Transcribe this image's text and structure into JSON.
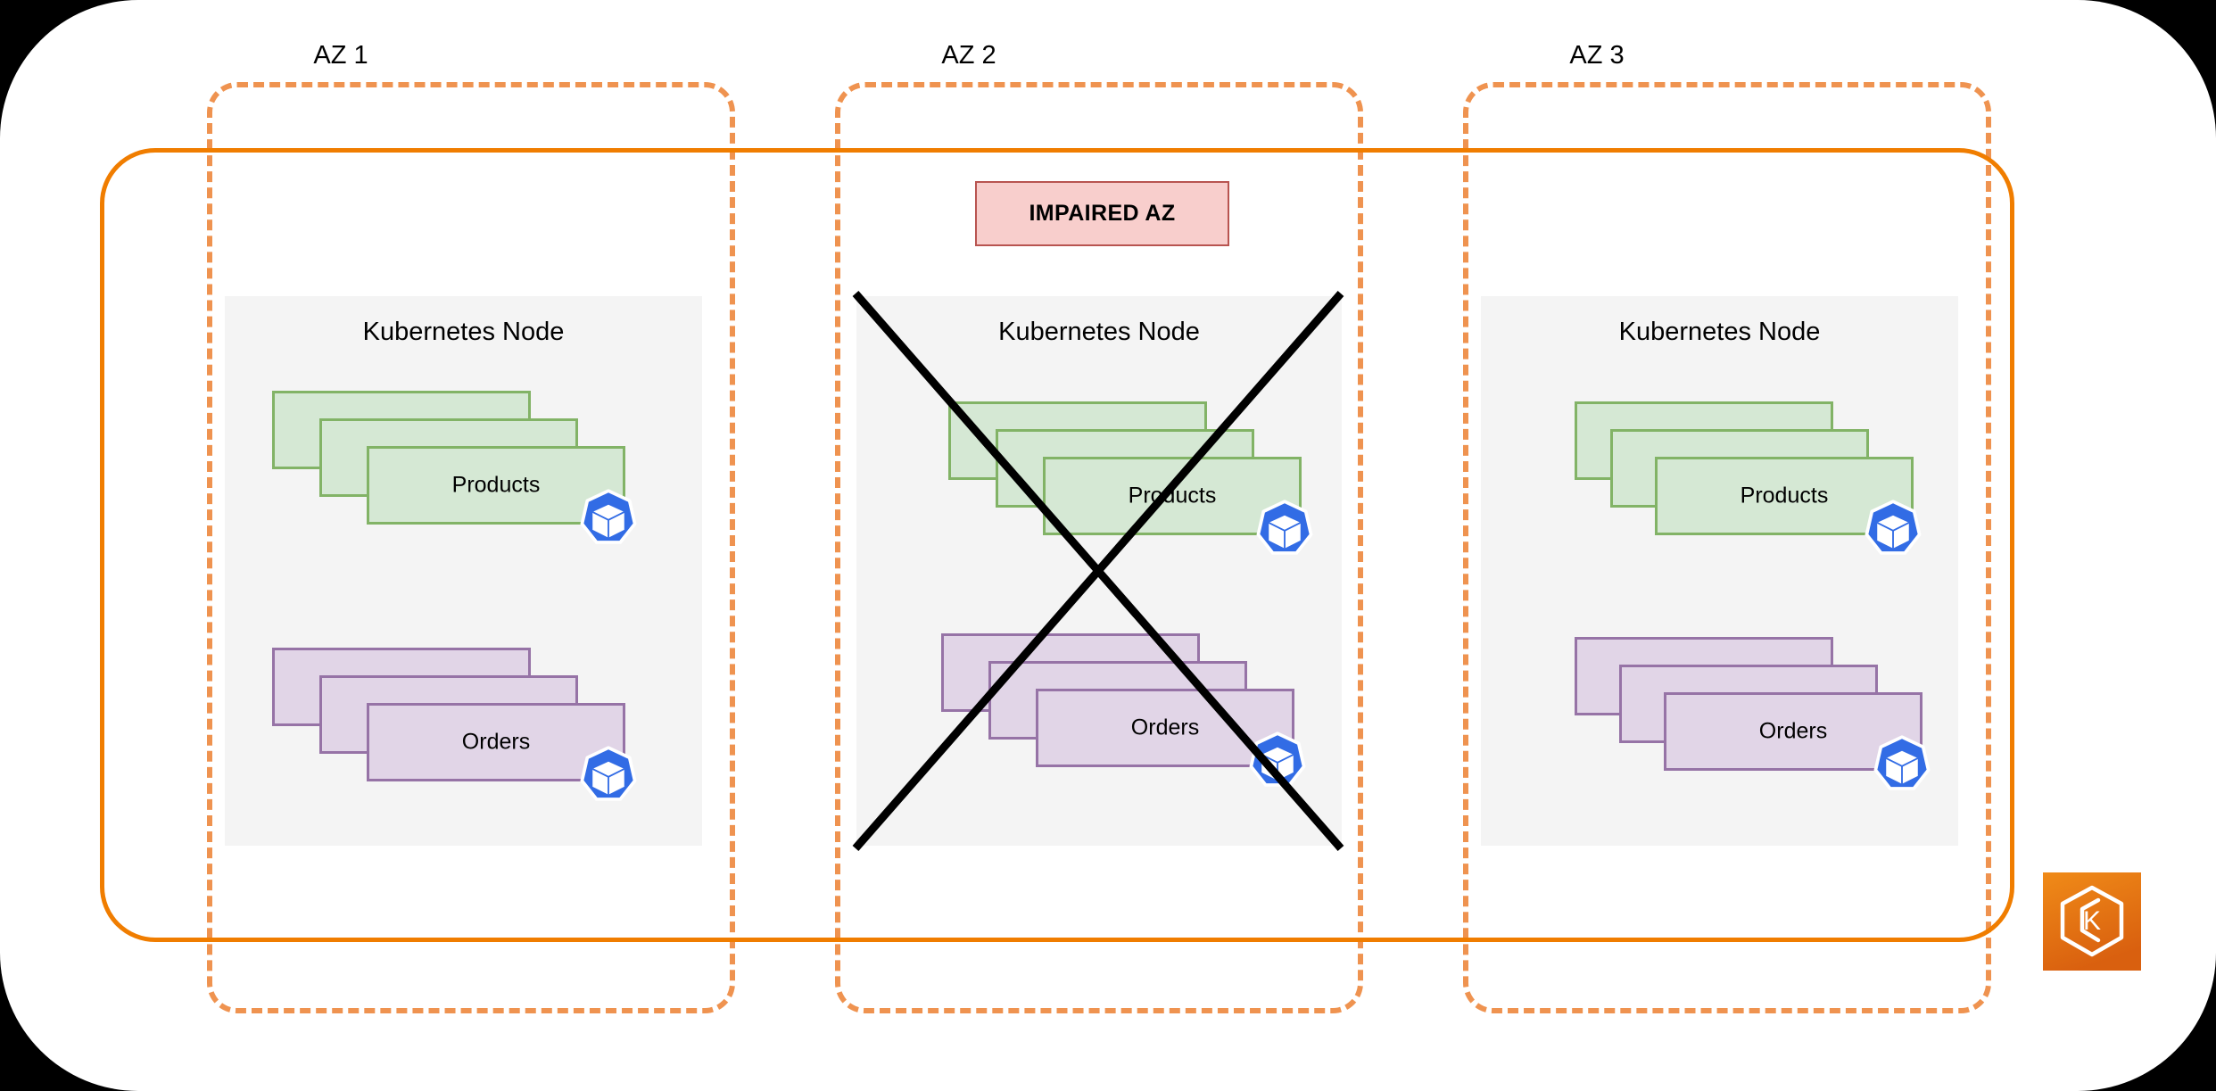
{
  "diagram": {
    "title": "Multi-AZ Kubernetes cluster with impaired availability zone",
    "colors": {
      "az_border": "#ef9350",
      "cluster_border": "#f07d00",
      "node_bg": "#f4f4f4",
      "pod_green_fill": "#d5e8d4",
      "pod_green_border": "#82b366",
      "pod_purple_fill": "#e1d5e7",
      "pod_purple_border": "#9673a6",
      "impaired_fill": "#f8cecc",
      "impaired_border": "#b85450",
      "k8s_blue": "#326ce5",
      "eks_orange": "#ed8c1c",
      "failure_x": "#000000"
    }
  },
  "zones": [
    {
      "id": "az1",
      "label": "AZ 1",
      "impaired": false,
      "node": {
        "title": "Kubernetes Node",
        "pod_groups": [
          {
            "name": "Products",
            "color": "green",
            "replicas": 3,
            "icon": "kubernetes-icon"
          },
          {
            "name": "Orders",
            "color": "purple",
            "replicas": 3,
            "icon": "kubernetes-icon"
          }
        ]
      }
    },
    {
      "id": "az2",
      "label": "AZ 2",
      "impaired": true,
      "impaired_badge": "IMPAIRED AZ",
      "node": {
        "title": "Kubernetes Node",
        "pod_groups": [
          {
            "name": "Products",
            "color": "green",
            "replicas": 3,
            "icon": "kubernetes-icon"
          },
          {
            "name": "Orders",
            "color": "purple",
            "replicas": 3,
            "icon": "kubernetes-icon"
          }
        ]
      }
    },
    {
      "id": "az3",
      "label": "AZ 3",
      "impaired": false,
      "node": {
        "title": "Kubernetes Node",
        "pod_groups": [
          {
            "name": "Products",
            "color": "green",
            "replicas": 3,
            "icon": "kubernetes-icon"
          },
          {
            "name": "Orders",
            "color": "purple",
            "replicas": 3,
            "icon": "kubernetes-icon"
          }
        ]
      }
    }
  ],
  "cluster": {
    "logo": "aws-eks-logo",
    "logo_letter": "K"
  }
}
